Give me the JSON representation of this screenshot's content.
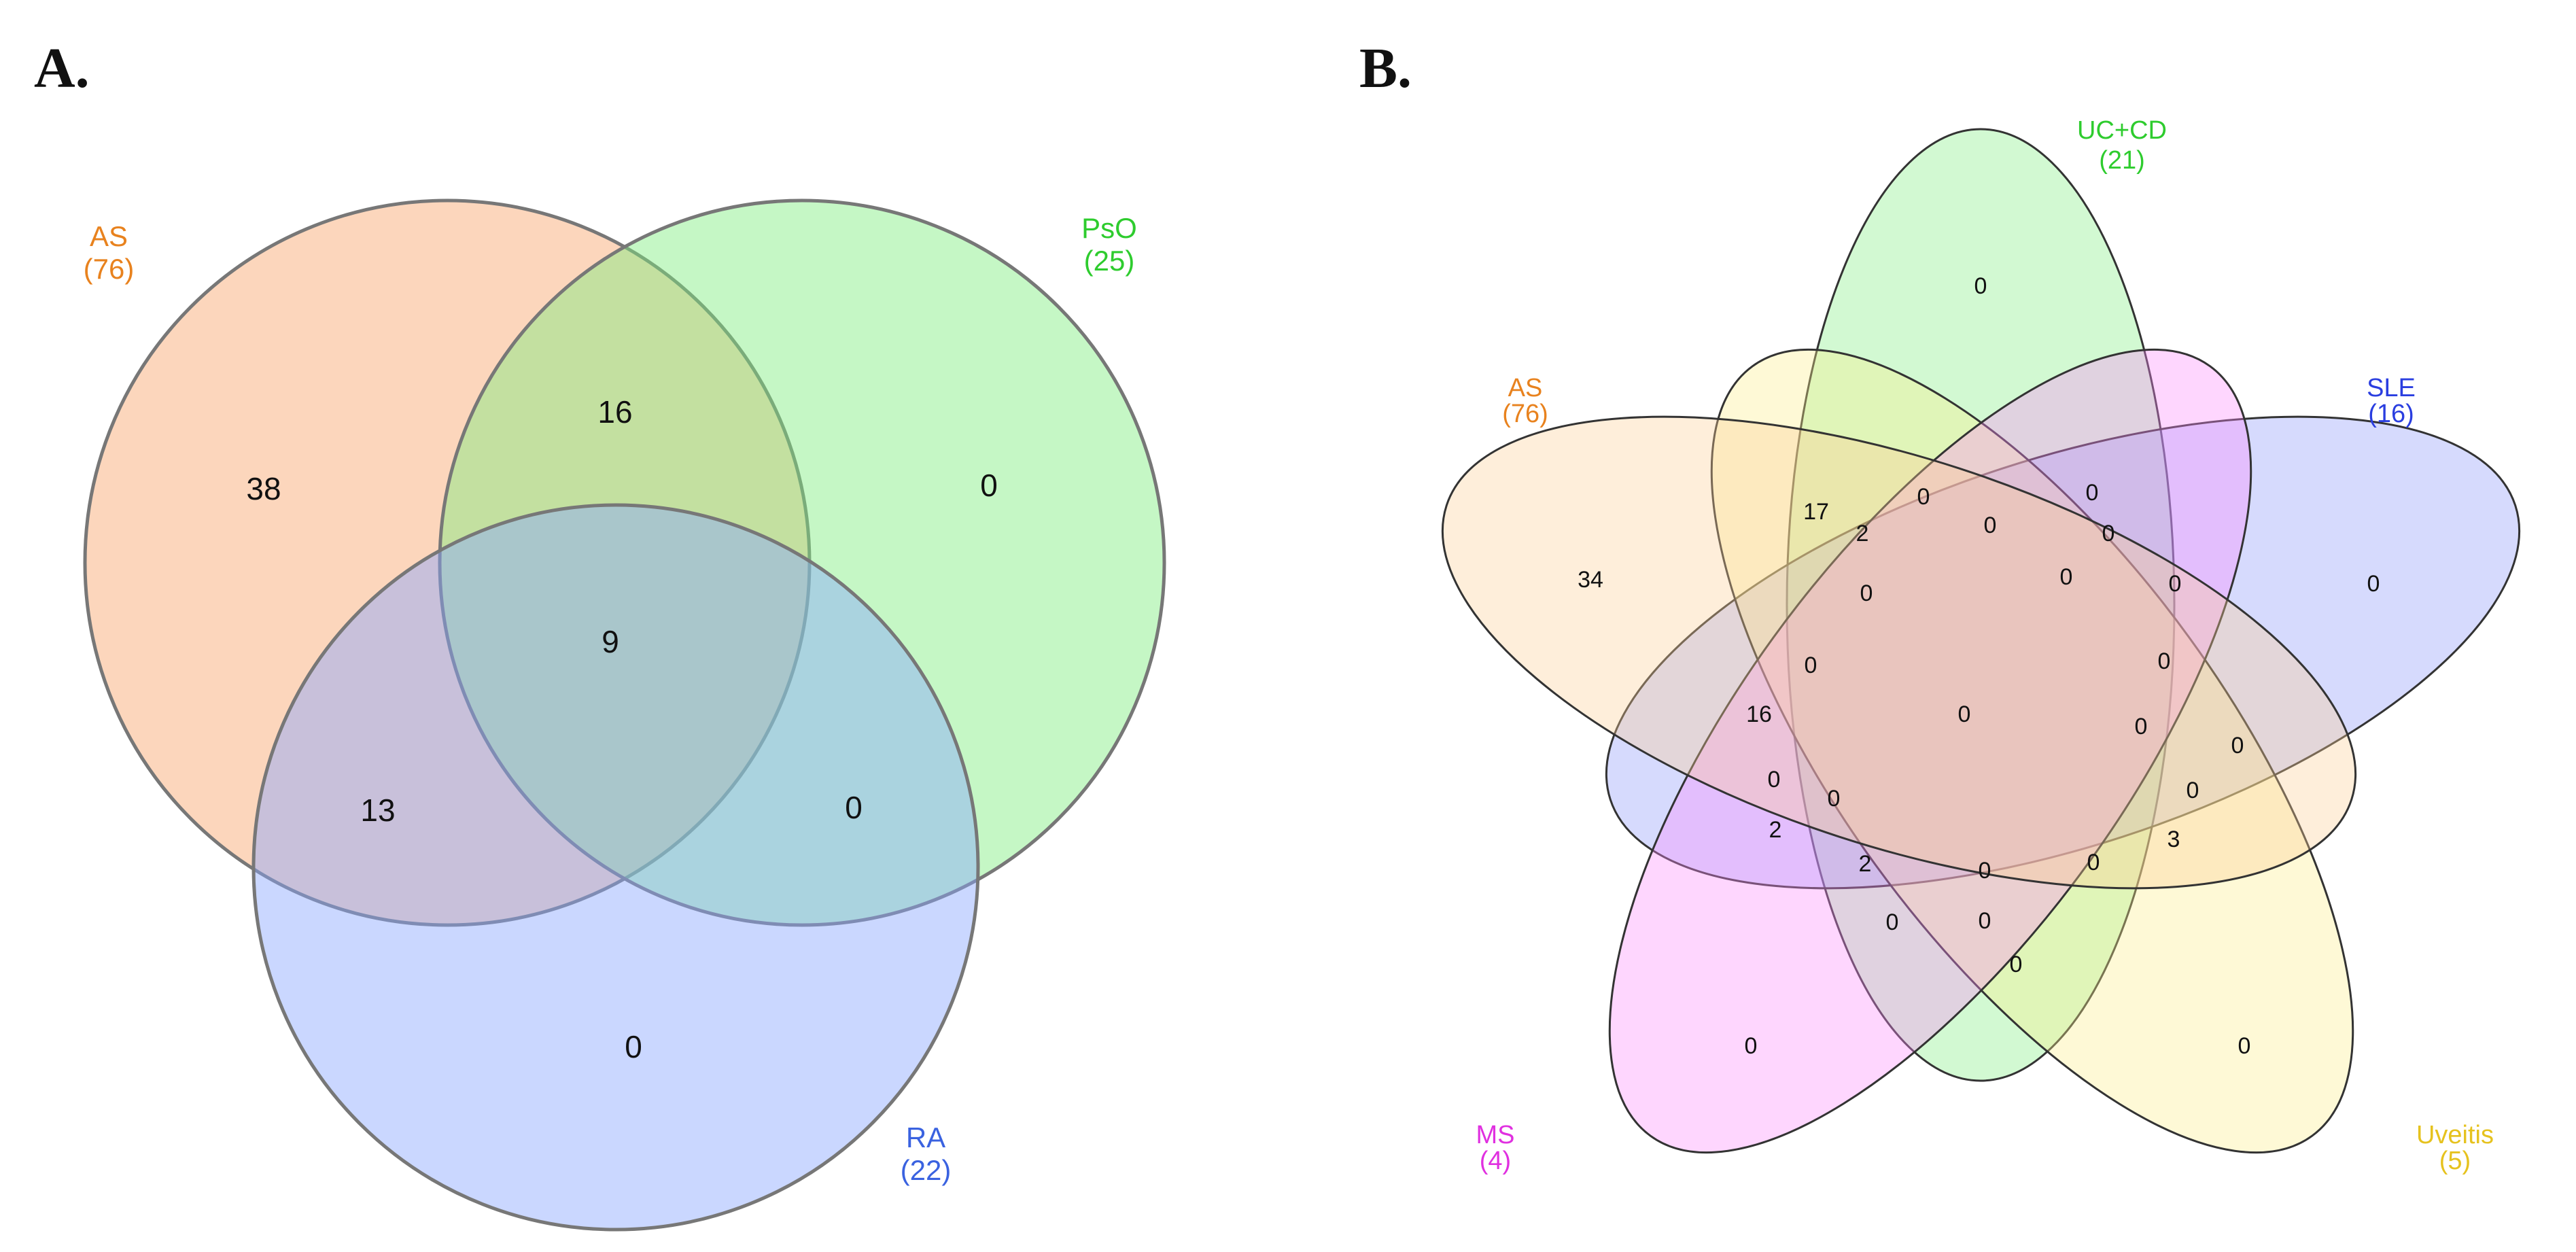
{
  "panels": [
    {
      "label": "A.",
      "sets": [
        {
          "key": "AS",
          "name": "AS",
          "count": "(76)",
          "color": "#e8821e",
          "fill": "#f9a46b"
        },
        {
          "key": "PsO",
          "name": "PsO",
          "count": "(25)",
          "color": "#2ecc2e",
          "fill": "#7eee7e"
        },
        {
          "key": "RA",
          "name": "RA",
          "count": "(22)",
          "color": "#3a62e0",
          "fill": "#8aa6ff"
        }
      ],
      "regions": [
        {
          "sets": [
            "AS"
          ],
          "value": "38"
        },
        {
          "sets": [
            "AS",
            "PsO"
          ],
          "value": "16"
        },
        {
          "sets": [
            "PsO"
          ],
          "value": "0"
        },
        {
          "sets": [
            "AS",
            "PsO",
            "RA"
          ],
          "value": "9"
        },
        {
          "sets": [
            "AS",
            "RA"
          ],
          "value": "13"
        },
        {
          "sets": [
            "PsO",
            "RA"
          ],
          "value": "0"
        },
        {
          "sets": [
            "RA"
          ],
          "value": "0"
        }
      ]
    },
    {
      "label": "B.",
      "sets": [
        {
          "key": "UC+CD",
          "name": "UC+CD",
          "count": "(21)",
          "color": "#2ecc2e",
          "fill": "#7eee7e"
        },
        {
          "key": "SLE",
          "name": "SLE",
          "count": "(16)",
          "color": "#2a3ee0",
          "fill": "#8a96f8"
        },
        {
          "key": "Uveitis",
          "name": "Uveitis",
          "count": "(5)",
          "color": "#e6c21e",
          "fill": "#fbee8a"
        },
        {
          "key": "MS",
          "name": "MS",
          "count": "(4)",
          "color": "#e030e0",
          "fill": "#fb8afb"
        },
        {
          "key": "AS",
          "name": "AS",
          "count": "(76)",
          "color": "#e8821e",
          "fill": "#fbcf95"
        }
      ],
      "region_values": [
        "0",
        "0",
        "0",
        "0",
        "0",
        "17",
        "2",
        "0",
        "0",
        "0",
        "0",
        "0",
        "0",
        "0",
        "0",
        "34",
        "16",
        "0",
        "0",
        "0",
        "0",
        "0",
        "2",
        "2",
        "0",
        "0",
        "3",
        "0",
        "0",
        "0",
        "0"
      ]
    }
  ]
}
